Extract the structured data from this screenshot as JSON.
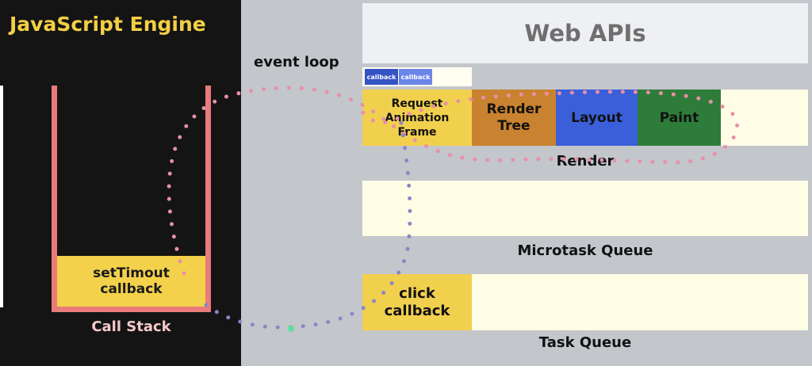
{
  "engine": {
    "title": "JavaScript Engine"
  },
  "call_stack": {
    "label": "Call Stack",
    "frame_line1": "setTimout",
    "frame_line2": "callback"
  },
  "event_loop": {
    "label": "event loop"
  },
  "web_apis": {
    "title": "Web APIs"
  },
  "raf_queue": {
    "items": [
      "callback",
      "callback"
    ]
  },
  "render": {
    "label": "Render",
    "stages": [
      {
        "line1": "Request",
        "line2": "Animation",
        "line3": "Frame"
      },
      {
        "line1": "Render",
        "line2": "Tree"
      },
      {
        "line1": "Layout"
      },
      {
        "line1": "Paint"
      }
    ]
  },
  "microtask_queue": {
    "label": "Microtask Queue"
  },
  "task_queue": {
    "label": "Task Queue",
    "item_line1": "click",
    "item_line2": "callback"
  },
  "colors": {
    "engine_bg": "#141414",
    "engine_title": "#f4cf45",
    "stack_walls": "#ea7b7b",
    "queue_bg": "#fffde6",
    "raf_stage": "#f1d04e",
    "render_tree_stage": "#c9822f",
    "layout_stage": "#3a5fd8",
    "paint_stage": "#2e7c3a",
    "loop_dots_pink": "#e890a8",
    "loop_dots_purple": "#8a86c6"
  }
}
